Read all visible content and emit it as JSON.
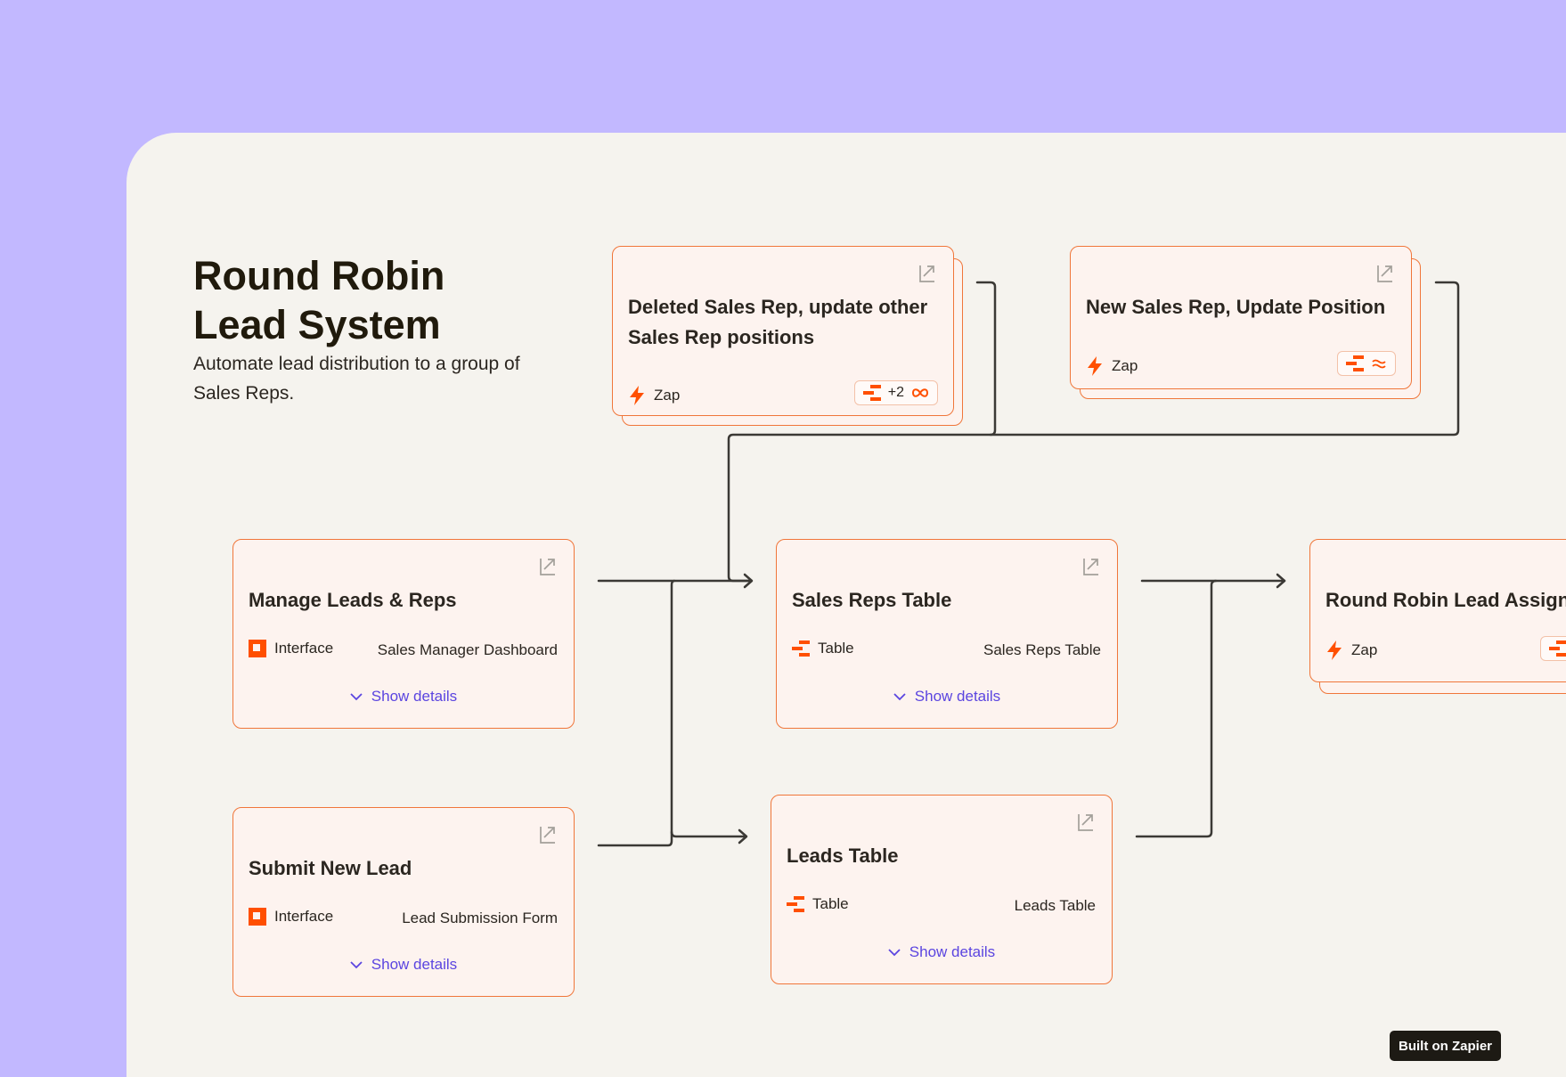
{
  "header": {
    "title_line1": "Round Robin",
    "title_line2": "Lead System",
    "description": "Automate lead distribution to a group of Sales Reps."
  },
  "steps": {
    "deleted_rep": {
      "title": "Deleted Sales Rep, update other Sales Rep positions",
      "type": "Zap",
      "apps_extra": "+2"
    },
    "new_rep": {
      "title": "New Sales Rep, Update Position",
      "type": "Zap"
    },
    "manage": {
      "title": "Manage Leads & Reps",
      "type": "Interface",
      "resource": "Sales Manager Dashboard",
      "details": "Show details"
    },
    "sales_table": {
      "title": "Sales Reps Table",
      "type": "Table",
      "resource": "Sales Reps Table",
      "details": "Show details"
    },
    "round_robin": {
      "title": "Round Robin Lead Assignment",
      "type": "Zap"
    },
    "submit": {
      "title": "Submit New Lead",
      "type": "Interface",
      "resource": "Lead Submission Form",
      "details": "Show details"
    },
    "leads_table": {
      "title": "Leads Table",
      "type": "Table",
      "resource": "Leads Table",
      "details": "Show details"
    }
  },
  "badge": {
    "label": "Built on Zapier"
  },
  "icons": {
    "zap": "lightning-icon",
    "table": "table-icon",
    "interface": "interface-icon",
    "external": "external-link-icon",
    "details": "chevron-down-icon"
  },
  "colors": {
    "background": "#c2b8ff",
    "canvas": "#f5f3ee",
    "card_border": "#f0763a",
    "card_fill": "#fdf3ef",
    "accent_orange": "#ff4f00",
    "link": "#5b45e0",
    "connector": "#3b3935"
  }
}
